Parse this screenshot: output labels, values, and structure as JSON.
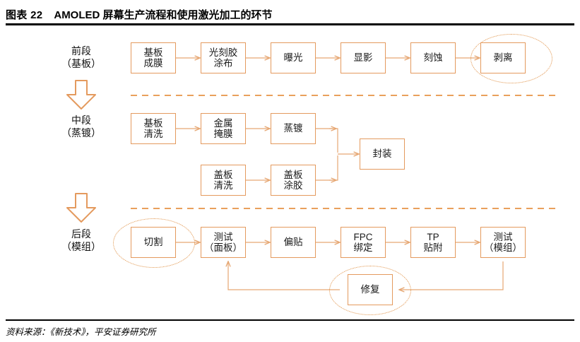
{
  "header": {
    "number": "图表 22",
    "title": "AMOLED 屏幕生产流程和使用激光加工的环节"
  },
  "footer": {
    "source": "资料来源：《新技术》，平安证券研究所"
  },
  "colors": {
    "box_border": "#E49A5E",
    "connector": "#E6A773",
    "highlight_ellipse": "#E09247",
    "rule": "#000000",
    "background": "#FFFFFF"
  },
  "stages": [
    {
      "name": "front-end",
      "label": "前段\n（基板）"
    },
    {
      "name": "mid-end",
      "label": "中段\n（蒸镀）"
    },
    {
      "name": "back-end",
      "label": "后段\n（模组）"
    }
  ],
  "stage_arrows": [
    {
      "name": "stage-arrow-front-to-mid"
    },
    {
      "name": "stage-arrow-mid-to-back"
    }
  ],
  "rows": {
    "front": {
      "nodes": [
        {
          "id": "substrate-film",
          "label": "基板\n成膜",
          "highlighted": false
        },
        {
          "id": "photoresist-coat",
          "label": "光刻胶\n涂布",
          "highlighted": false
        },
        {
          "id": "exposure",
          "label": "曝光",
          "highlighted": false
        },
        {
          "id": "development",
          "label": "显影",
          "highlighted": false
        },
        {
          "id": "etching",
          "label": "刻蚀",
          "highlighted": false
        },
        {
          "id": "stripping",
          "label": "剥离",
          "highlighted": true
        }
      ]
    },
    "mid": {
      "upper": [
        {
          "id": "substrate-clean",
          "label": "基板\n清洗",
          "highlighted": false
        },
        {
          "id": "metal-mask",
          "label": "金属\n掩膜",
          "highlighted": false
        },
        {
          "id": "evaporation",
          "label": "蒸镀",
          "highlighted": false
        }
      ],
      "lower": [
        {
          "id": "cover-clean",
          "label": "盖板\n清洗",
          "highlighted": false
        },
        {
          "id": "cover-glue",
          "label": "盖板\n涂胶",
          "highlighted": false
        }
      ],
      "merge": {
        "id": "encapsulation",
        "label": "封装",
        "highlighted": false
      }
    },
    "back": {
      "nodes": [
        {
          "id": "cutting",
          "label": "切割",
          "highlighted": true
        },
        {
          "id": "test-panel",
          "label": "测试\n（面板）",
          "highlighted": false
        },
        {
          "id": "polarizer",
          "label": "偏贴",
          "highlighted": false
        },
        {
          "id": "fpc-bonding",
          "label": "FPC\n绑定",
          "highlighted": false
        },
        {
          "id": "tp-attach",
          "label": "TP\n贴附",
          "highlighted": false
        },
        {
          "id": "test-module",
          "label": "测试\n（模组）",
          "highlighted": false
        }
      ],
      "repair": {
        "id": "repair",
        "label": "修复",
        "highlighted": true
      }
    }
  },
  "dividers": [
    {
      "name": "divider-front-mid"
    },
    {
      "name": "divider-mid-back"
    }
  ]
}
